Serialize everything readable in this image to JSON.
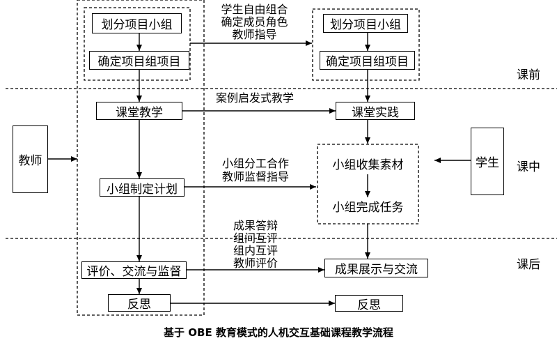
{
  "phases": {
    "pre": "课前",
    "in": "课中",
    "post": "课后"
  },
  "left": {
    "divide": "划分项目小组",
    "confirm": "确定项目组项目",
    "classroom_teaching": "课堂教学",
    "plan": "小组制定计划",
    "evaluate": "评价、交流与监督",
    "reflect": "反思"
  },
  "right": {
    "divide": "划分项目小组",
    "confirm": "确定项目组项目",
    "practice": "课堂实践",
    "collect": "小组收集素材",
    "complete": "小组完成任务",
    "showcase": "成果展示与交流",
    "reflect": "反思"
  },
  "actors": {
    "teacher": "教师",
    "student": "学生"
  },
  "arrow_labels": {
    "pre": [
      "学生自由组合",
      "确定成员角色",
      "教师指导"
    ],
    "case": "案例启发式教学",
    "plan": [
      "小组分工合作",
      "教师监督指导"
    ],
    "eval": [
      "成果答辩",
      "组间互评",
      "组内互评",
      "教师评价"
    ]
  },
  "caption": "基于 OBE 教育模式的人机交互基础课程教学流程"
}
